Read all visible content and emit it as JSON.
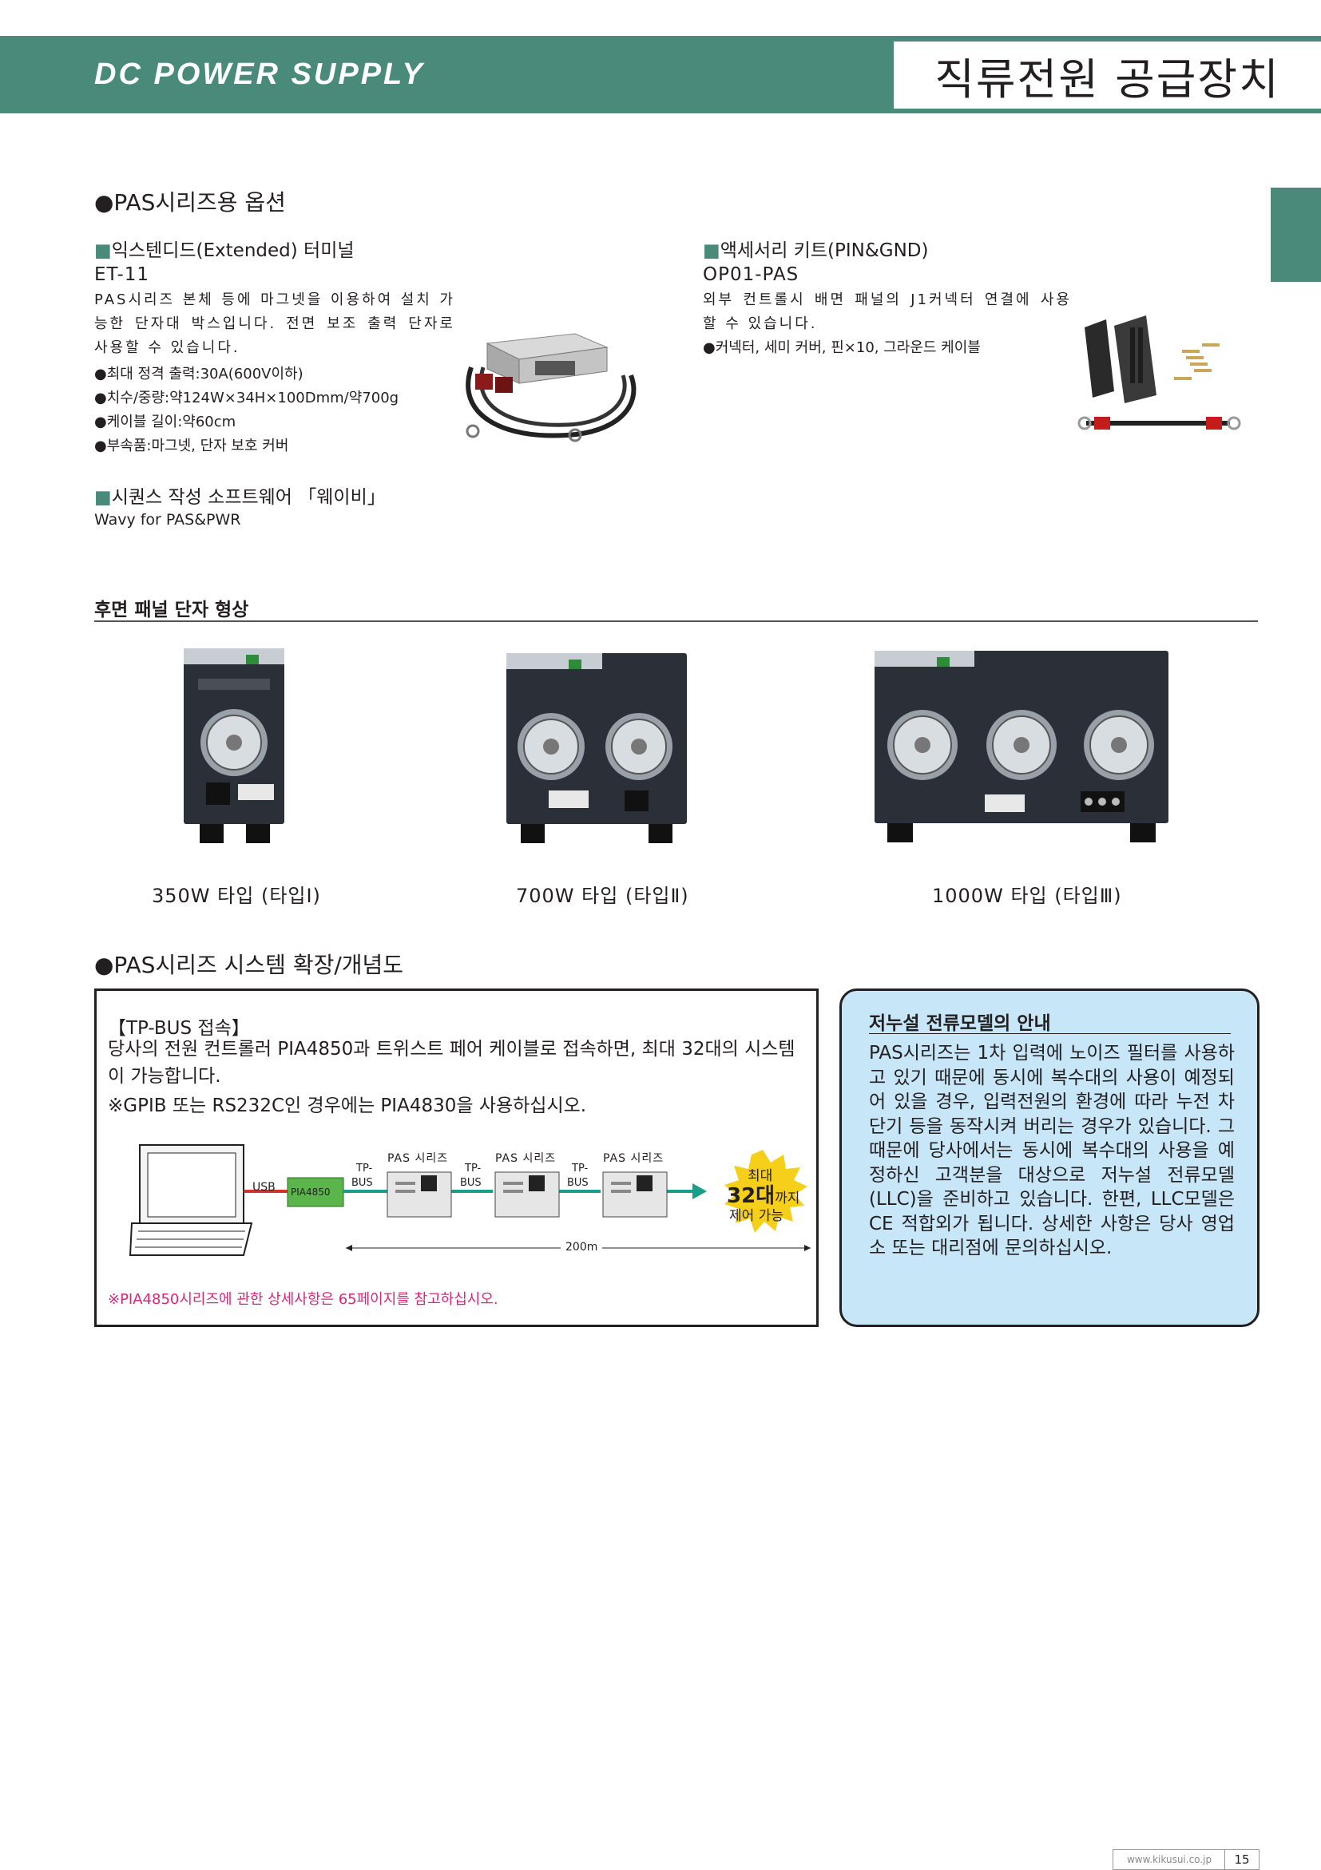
{
  "header": {
    "title_en": "DC POWER SUPPLY",
    "title_ko": "직류전원 공급장치",
    "accent_color": "#4a8a7a"
  },
  "options": {
    "section_title": "●PAS시리즈용 옵션",
    "extended_terminal": {
      "heading": "익스텐디드(Extended) 터미널",
      "model": "ET-11",
      "description": "PAS시리즈 본체 등에 마그넷을 이용하여 설치 가능한 단자대 박스입니다. 전면 보조 출력 단자로 사용할 수 있습니다.",
      "specs": [
        "●최대 정격 출력:30A(600V이하)",
        "●치수/중량:약124W×34H×100Dmm/약700g",
        "●케이블 길이:약60cm",
        "●부속품:마그넷, 단자 보호 커버"
      ]
    },
    "accessory_kit": {
      "heading": "액세서리 키트(PIN&GND)",
      "model": "OP01-PAS",
      "description": "외부 컨트롤시 배면 패널의 J1커넥터 연결에 사용할 수 있습니다.",
      "contents": "●커넥터, 세미 커버, 핀×10, 그라운드 케이블"
    },
    "sequence_software": {
      "heading": "시퀀스 작성 소프트웨어 「웨이비」",
      "subtitle": "Wavy for PAS&PWR"
    }
  },
  "rear_panel": {
    "title": "후면 패널 단자 형상",
    "units": [
      {
        "caption": "350W 타입 (타입Ⅰ)",
        "fans": 1
      },
      {
        "caption": "700W 타입 (타입Ⅱ)",
        "fans": 2
      },
      {
        "caption": "1000W 타입 (타입Ⅲ)",
        "fans": 3
      }
    ]
  },
  "system": {
    "section_title": "●PAS시리즈 시스템 확장/개념도",
    "box_heading": "【TP-BUS 접속】",
    "box_text_1": "당사의 전원 컨트롤러 PIA4850과 트위스트 페어 케이블로 접속하면, 최대 32대의 시스템이 가능합니다.",
    "box_text_2": "※GPIB 또는 RS232C인 경우에는 PIA4830을 사용하십시오.",
    "diagram": {
      "usb_label": "USB",
      "controller_label": "PIA4850",
      "bus_label_top": "TP-",
      "bus_label_bottom": "BUS",
      "unit_label": "PAS 시리즈",
      "distance": "200m",
      "burst_line_1": "최대",
      "burst_big": "32대",
      "burst_small": "까지",
      "burst_line_3": "제어 가능"
    },
    "box_footnote": "※PIA4850시리즈에 관한 상세사항은 65페이지를 참고하십시오."
  },
  "note": {
    "title": "저누설 전류모델의 안내",
    "text": "PAS시리즈는 1차 입력에 노이즈 필터를 사용하고 있기 때문에 동시에 복수대의 사용이 예정되어 있을 경우, 입력전원의 환경에 따라 누전 차단기 등을 동작시켜 버리는 경우가 있습니다. 그 때문에 당사에서는 동시에 복수대의 사용을 예정하신 고객분을 대상으로 저누설 전류모델(LLC)을 준비하고 있습니다. 한편, LLC모델은 CE 적합외가 됩니다. 상세한 사항은 당사 영업소 또는 대리점에 문의하십시오."
  },
  "footer": {
    "url": "www.kikusui.co.jp",
    "page": "15"
  }
}
